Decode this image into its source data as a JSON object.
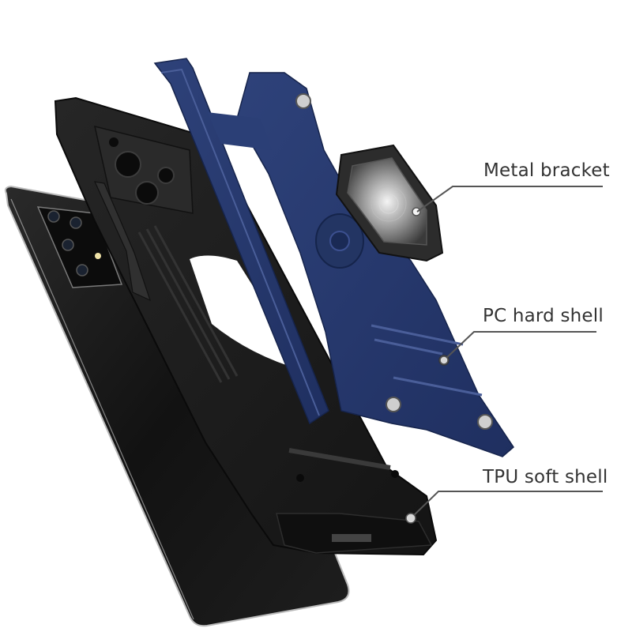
{
  "callouts": {
    "metal_bracket": "Metal bracket",
    "pc_hard_shell": "PC hard shell",
    "tpu_soft_shell": "TPU soft shell"
  },
  "colors": {
    "blue_shell": "#26386e",
    "blue_shell_light": "#34497f",
    "black_case": "#1b1b1b",
    "phone_body": "#111111",
    "callout_line": "#555555",
    "label_text": "#333333"
  }
}
